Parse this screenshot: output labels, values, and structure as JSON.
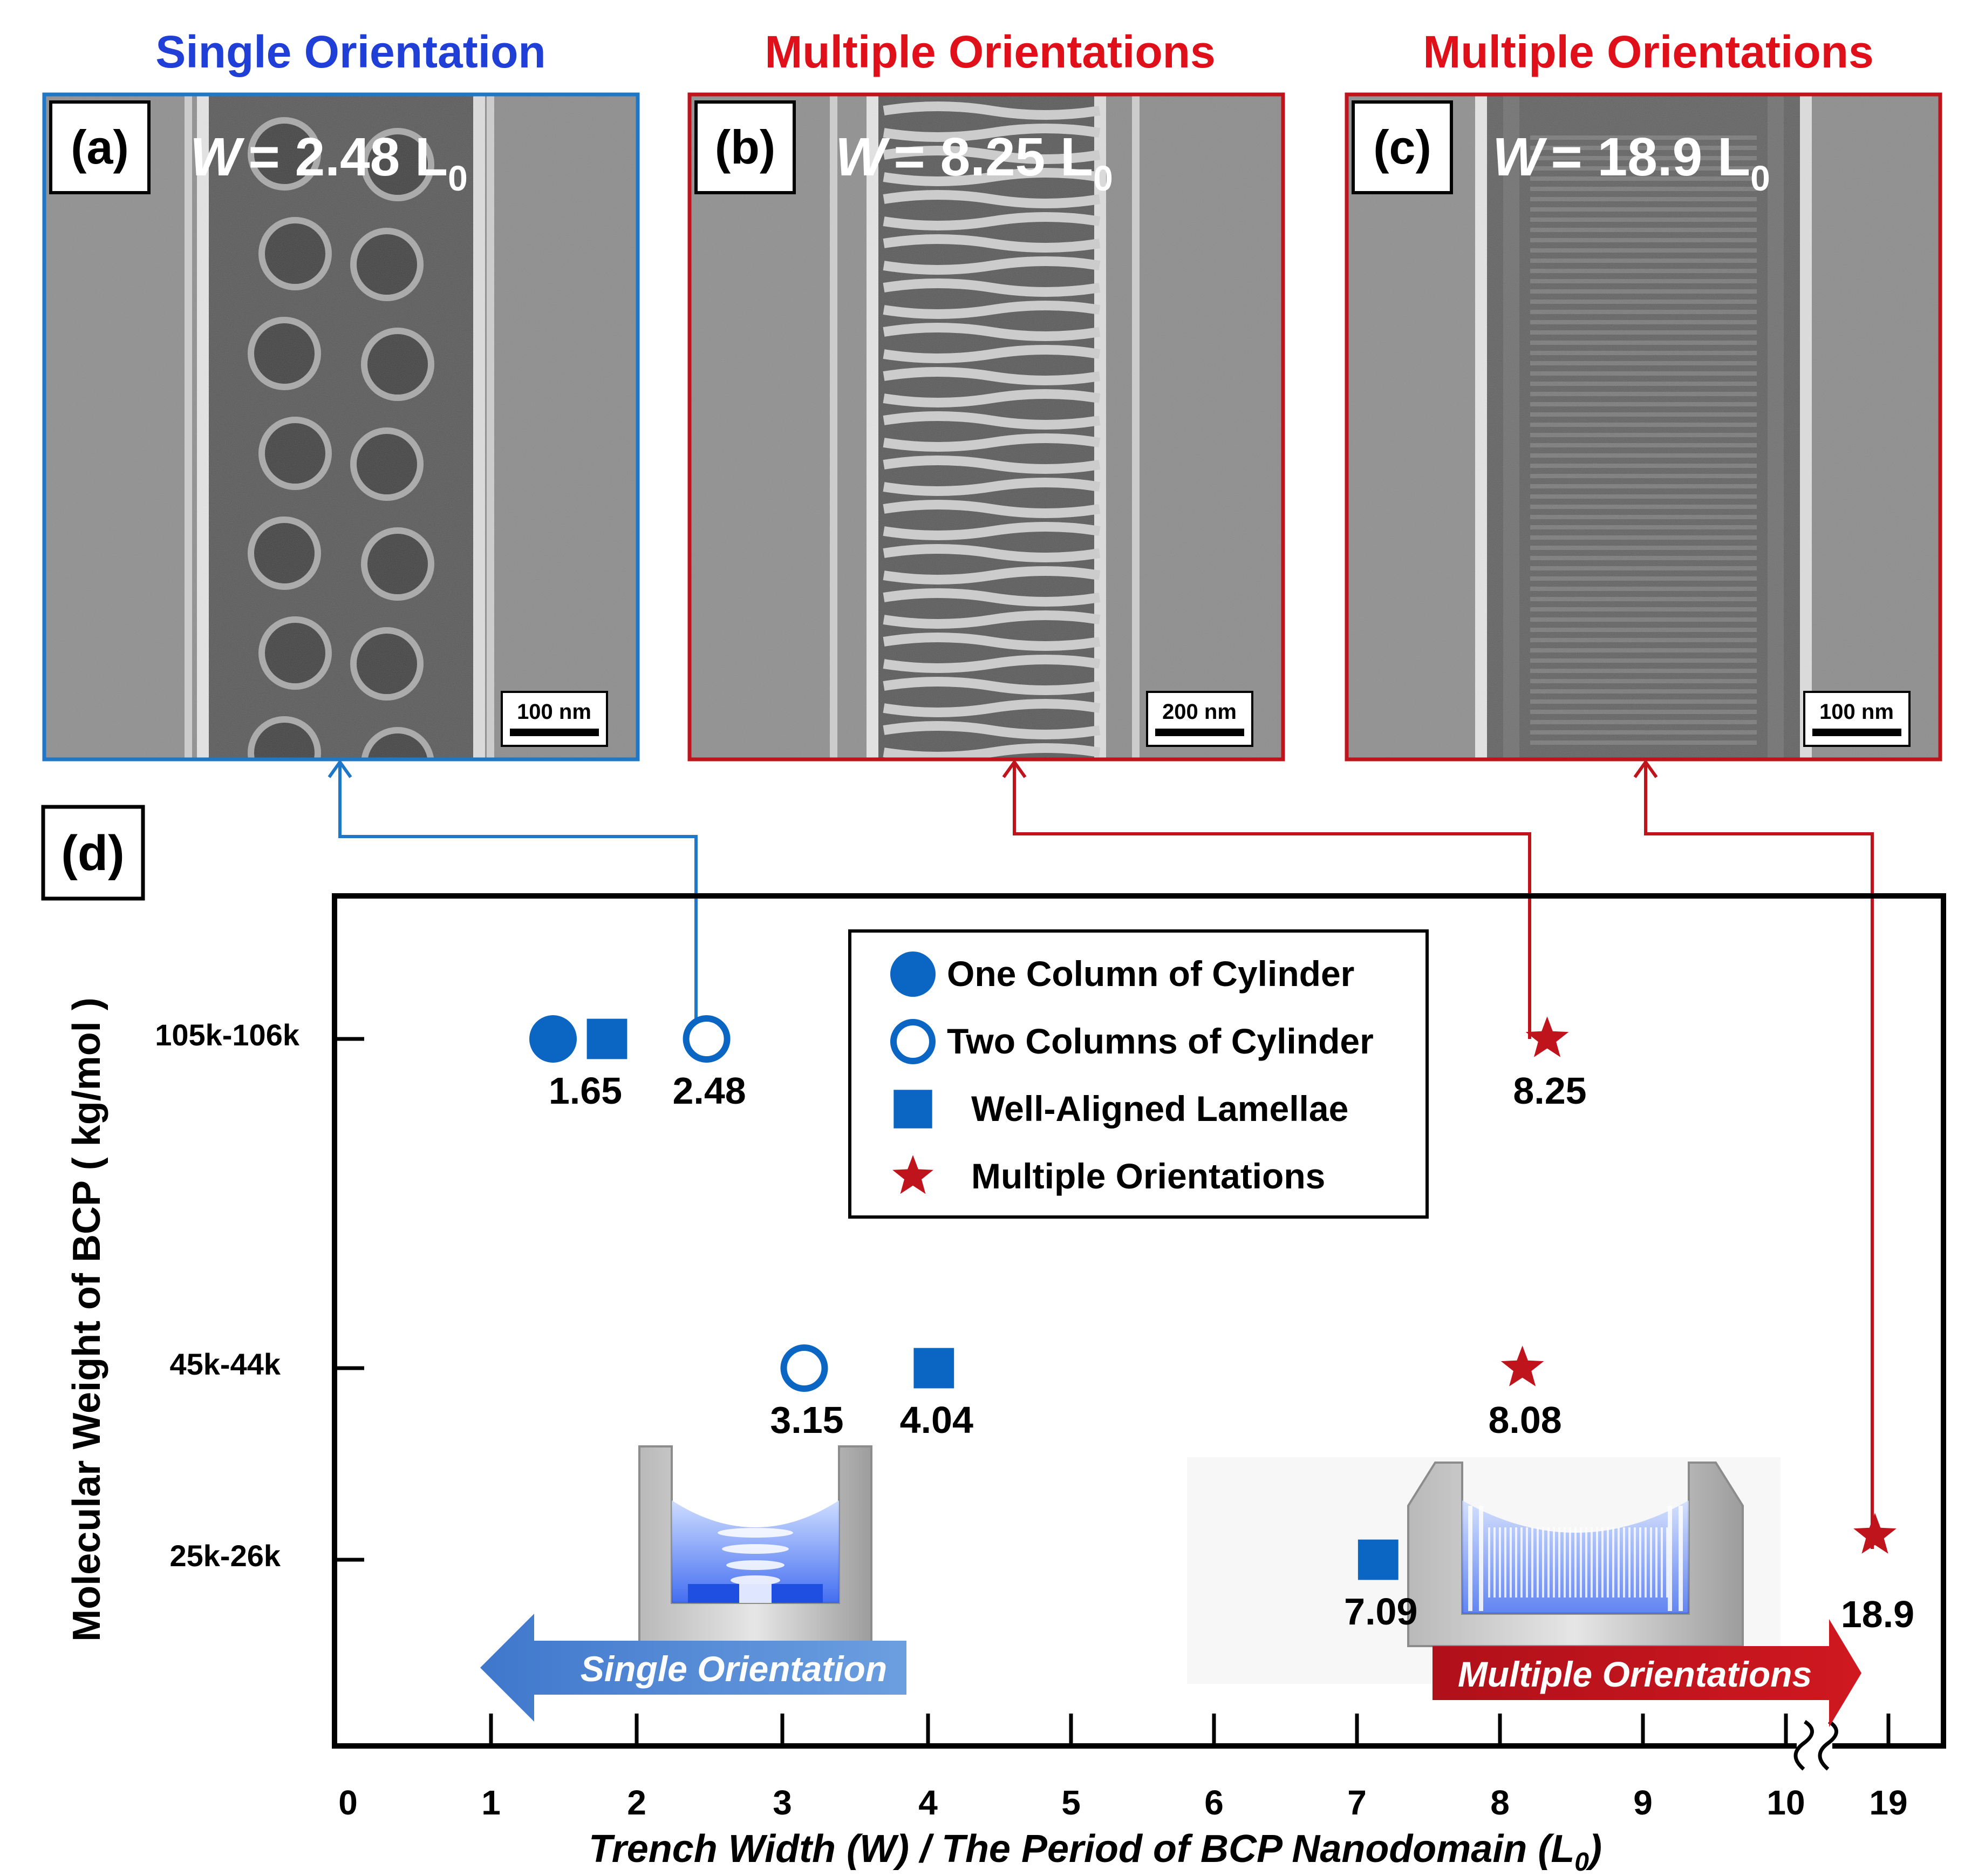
{
  "panels": [
    {
      "heading": "Single Orientation",
      "heading_color": "#1f3fd6",
      "border_color": "#1f77c8",
      "letter": "(a)",
      "w_symbol": "W",
      "w_eq": "= 2.48 L",
      "w_sub": "0",
      "scale_bar": "100 nm",
      "morphology": "cylinders-two-columns"
    },
    {
      "heading": "Multiple Orientations",
      "heading_color": "#e0101a",
      "border_color": "#c0141c",
      "letter": "(b)",
      "w_symbol": "W",
      "w_eq": "= 8.25 L",
      "w_sub": "0",
      "scale_bar": "200 nm",
      "morphology": "wavy-lamellae"
    },
    {
      "heading": "Multiple Orientations",
      "heading_color": "#e0101a",
      "border_color": "#c0141c",
      "letter": "(c)",
      "w_symbol": "W",
      "w_eq": "= 18.9 L",
      "w_sub": "0",
      "scale_bar": "100 nm",
      "morphology": "fine-lamellae"
    }
  ],
  "panel_d_label": "(d)",
  "legend": [
    {
      "marker": "filled-circle",
      "label": "One Column of Cylinder",
      "color": "#0b66c3"
    },
    {
      "marker": "open-circle",
      "label": "Two Columns of Cylinder",
      "color": "#0b66c3"
    },
    {
      "marker": "square",
      "label": "Well-Aligned Lamellae",
      "color": "#0b66c3"
    },
    {
      "marker": "star",
      "label": "Multiple Orientations",
      "color": "#c0141c"
    }
  ],
  "arrows": {
    "single": {
      "label": "Single Orientation",
      "color": "#4f86cf"
    },
    "multiple": {
      "label": "Multiple Orientations",
      "color": "#c0141c"
    }
  },
  "chart_data": {
    "type": "scatter",
    "xlabel": "Trench Width (W) / The Period of BCP Nanodomain (L",
    "xlabel_sub": "0",
    "xlabel_end": ")",
    "ylabel": "Molecular Weight of BCP ( kg/mol )",
    "x_ticks": [
      "0",
      "1",
      "2",
      "3",
      "4",
      "5",
      "6",
      "7",
      "8",
      "9",
      "10",
      "19"
    ],
    "x_break": "between 10 and 19",
    "y_categories": [
      "25k-26k",
      "45k-44k",
      "105k-106k"
    ],
    "grid": false,
    "legend_position": "top-center",
    "points": [
      {
        "x": 1.65,
        "label": "1.65",
        "y": "105k-106k",
        "marker": "filled-circle",
        "series": "One Column of Cylinder"
      },
      {
        "x": 1.65,
        "label": "",
        "y": "105k-106k",
        "marker": "square",
        "series": "Well-Aligned Lamellae"
      },
      {
        "x": 2.48,
        "label": "2.48",
        "y": "105k-106k",
        "marker": "open-circle",
        "series": "Two Columns of Cylinder"
      },
      {
        "x": 8.25,
        "label": "8.25",
        "y": "105k-106k",
        "marker": "star",
        "series": "Multiple Orientations"
      },
      {
        "x": 3.15,
        "label": "3.15",
        "y": "45k-44k",
        "marker": "open-circle",
        "series": "Two Columns of Cylinder"
      },
      {
        "x": 4.04,
        "label": "4.04",
        "y": "45k-44k",
        "marker": "square",
        "series": "Well-Aligned Lamellae"
      },
      {
        "x": 8.08,
        "label": "8.08",
        "y": "45k-44k",
        "marker": "star",
        "series": "Multiple Orientations"
      },
      {
        "x": 7.09,
        "label": "7.09",
        "y": "25k-26k",
        "marker": "square",
        "series": "Well-Aligned Lamellae"
      },
      {
        "x": 18.9,
        "label": "18.9",
        "y": "25k-26k",
        "marker": "star",
        "series": "Multiple Orientations"
      }
    ]
  }
}
